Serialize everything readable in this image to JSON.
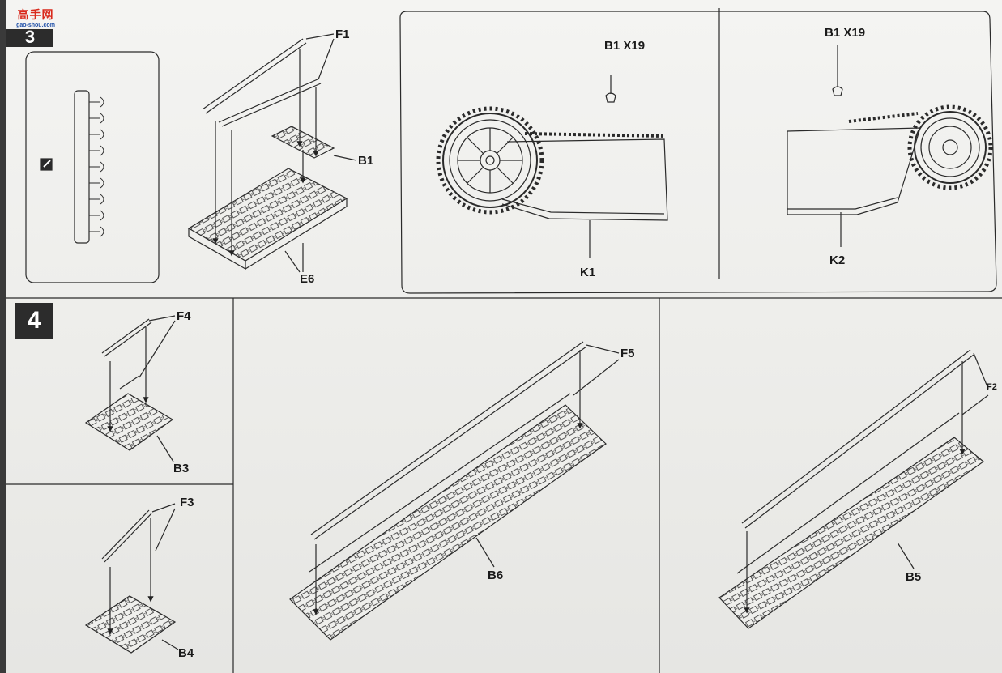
{
  "watermark": {
    "site_cn": "高手网",
    "site_url": "gao-shou.com"
  },
  "step3": {
    "number": "3",
    "labels": {
      "f1": "F1",
      "b1": "B1",
      "e6": "E6"
    },
    "left_view": {
      "callout": "B1 X19",
      "part": "K1"
    },
    "right_view": {
      "callout": "B1 X19",
      "part": "K2"
    }
  },
  "step4": {
    "number": "4",
    "labels": {
      "f4": "F4",
      "b3": "B3",
      "f3": "F3",
      "b4": "B4",
      "f5": "F5",
      "b6": "B6",
      "f2": "F2",
      "b5": "B5"
    }
  }
}
